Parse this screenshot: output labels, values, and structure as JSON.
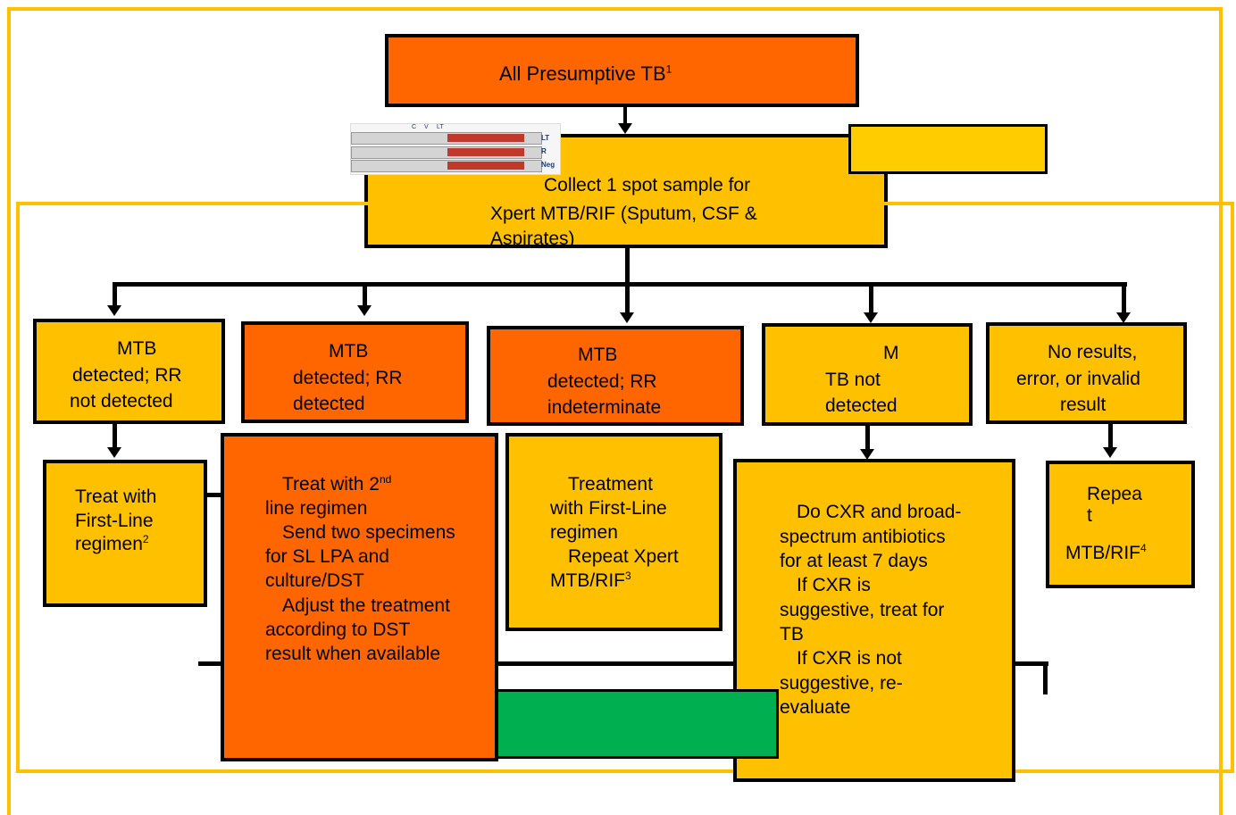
{
  "colors": {
    "orange": "#ff6600",
    "yellow": "#ffc000",
    "frame": "#ffc000",
    "green": "#00b050",
    "border": "#000000"
  },
  "strip_image": {
    "labels": [
      "C",
      "V",
      "LT"
    ],
    "row_labels": [
      "LT",
      "R",
      "Neg"
    ]
  },
  "top": {
    "title": "All Presumptive TB",
    "note": "1"
  },
  "collect": {
    "line1": "Collect 1 spot sample for",
    "line2": "Xpert MTB/RIF (Sputum, CSF &",
    "line3": "Aspirates)"
  },
  "results": {
    "r1": [
      "MTB",
      "detected; RR",
      "not detected"
    ],
    "r2": [
      "MTB",
      "detected; RR",
      "detected"
    ],
    "r3": [
      "MTB",
      "detected; RR",
      "indeterminate"
    ],
    "r4": [
      "M",
      "TB not",
      "detected"
    ],
    "r5": [
      "No results,",
      "error, or invalid",
      "result"
    ]
  },
  "actions": {
    "a1": {
      "line1": "Treat with",
      "line2": "First-Line",
      "line3": "regimen",
      "note": "2"
    },
    "a2": {
      "line1": "Treat with 2",
      "sup": "nd",
      "lines": [
        "line regimen",
        "Send two specimens",
        "for SL LPA and",
        "culture/DST",
        "Adjust the treatment",
        "according to DST",
        "result when available"
      ]
    },
    "a3": {
      "lines": [
        "Treatment",
        "with First-Line",
        "regimen",
        "Repeat Xpert"
      ],
      "last": "MTB/RIF",
      "note": "3"
    },
    "a4": {
      "lines": [
        "Do CXR and broad-",
        "spectrum antibiotics",
        "for at least 7 days",
        "If CXR is",
        "suggestive, treat for",
        "TB",
        "If CXR is not",
        "suggestive, re-",
        "evaluate"
      ]
    },
    "a5": {
      "line1": "Repea",
      "line2": "t",
      "last": "MTB/RIF",
      "note": "4"
    }
  }
}
